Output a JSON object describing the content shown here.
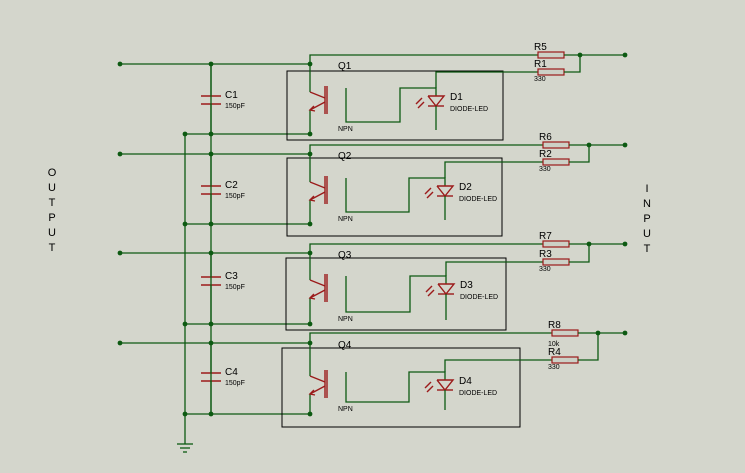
{
  "side_labels": {
    "left": "OUTPUT",
    "right": "INPUT"
  },
  "channels": [
    {
      "cap": "C1",
      "cap_val": "150pF",
      "transistor": "Q1",
      "npn": "NPN",
      "diode": "D1",
      "diode_type": "DIODE-LED",
      "r_top": "R5",
      "r_top_val": "",
      "r_bot": "R1",
      "r_bot_val": "330"
    },
    {
      "cap": "C2",
      "cap_val": "150pF",
      "transistor": "Q2",
      "npn": "NPN",
      "diode": "D2",
      "diode_type": "DIODE-LED",
      "r_top": "R6",
      "r_top_val": "",
      "r_bot": "R2",
      "r_bot_val": "330"
    },
    {
      "cap": "C3",
      "cap_val": "150pF",
      "transistor": "Q3",
      "npn": "NPN",
      "diode": "D3",
      "diode_type": "DIODE-LED",
      "r_top": "R7",
      "r_top_val": "",
      "r_bot": "R3",
      "r_bot_val": "330"
    },
    {
      "cap": "C4",
      "cap_val": "150pF",
      "transistor": "Q4",
      "npn": "NPN",
      "diode": "D4",
      "diode_type": "DIODE-LED",
      "r_top": "R8",
      "r_top_val": "10k",
      "r_bot": "R4",
      "r_bot_val": "330"
    }
  ],
  "colors": {
    "background": "#d4d6cc",
    "wire": "#0d5a12",
    "component": "#9b1a1a",
    "border": "#000000"
  },
  "icons": [
    "npn-transistor-icon",
    "led-diode-icon",
    "capacitor-icon",
    "resistor-icon",
    "ground-icon"
  ]
}
